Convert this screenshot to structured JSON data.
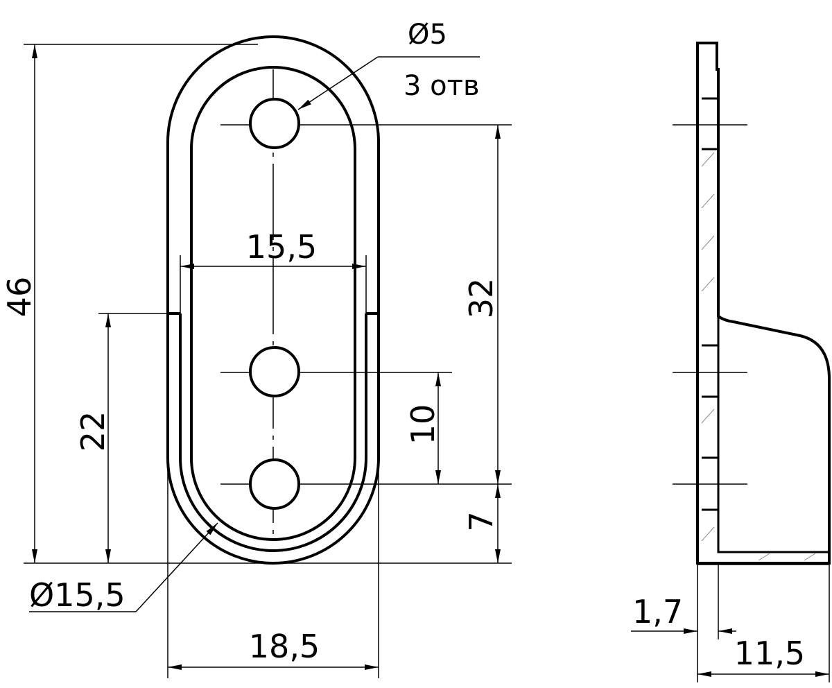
{
  "front_view": {
    "hole_note": {
      "diameter": "Ø5",
      "count": "3 отв"
    },
    "dim_overall_height": "46",
    "dim_inner_width": "15,5",
    "dim_hole_span": "32",
    "dim_side_wall_height": "22",
    "dim_hole_pitch": "10",
    "dim_bottom_offset": "7",
    "dim_inner_radius": "Ø15,5",
    "dim_overall_width": "18,5"
  },
  "side_view": {
    "dim_thickness": "1,7",
    "dim_depth": "11,5"
  }
}
